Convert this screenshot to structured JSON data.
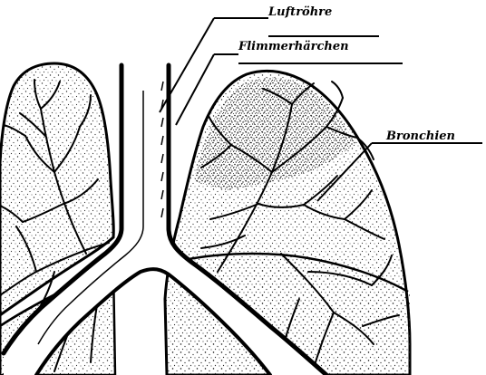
{
  "figure": {
    "labels": {
      "trachea": "Luftröhre",
      "cilia": "Flimmerhärchen",
      "bronchi": "Bronchien"
    },
    "colors": {
      "ink": "#000000",
      "paper": "#ffffff",
      "stipple": "#2b2b2b"
    }
  }
}
